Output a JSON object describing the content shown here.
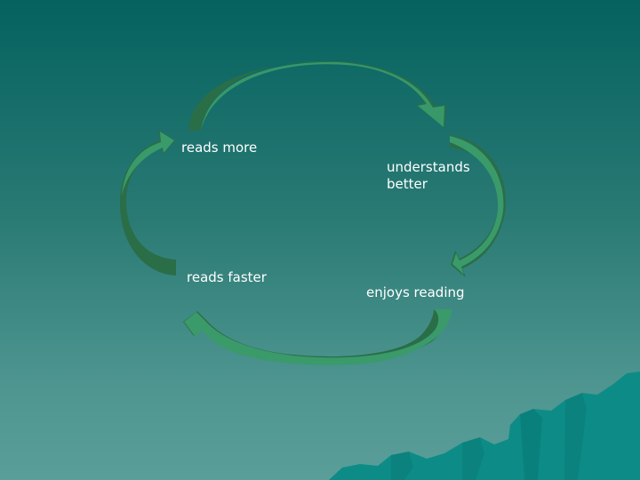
{
  "cycle": {
    "steps": [
      {
        "label": "reads more"
      },
      {
        "label": "understands better"
      },
      {
        "label": "enjoys reading"
      },
      {
        "label": "reads faster"
      }
    ]
  },
  "colors": {
    "background_top": "#04625f",
    "background_bottom": "#5a9e99",
    "arrow_fill": "#3a9a6a",
    "arrow_shadow": "#2a6e48",
    "mountain": "#0d8c87",
    "text": "#ffffff"
  }
}
